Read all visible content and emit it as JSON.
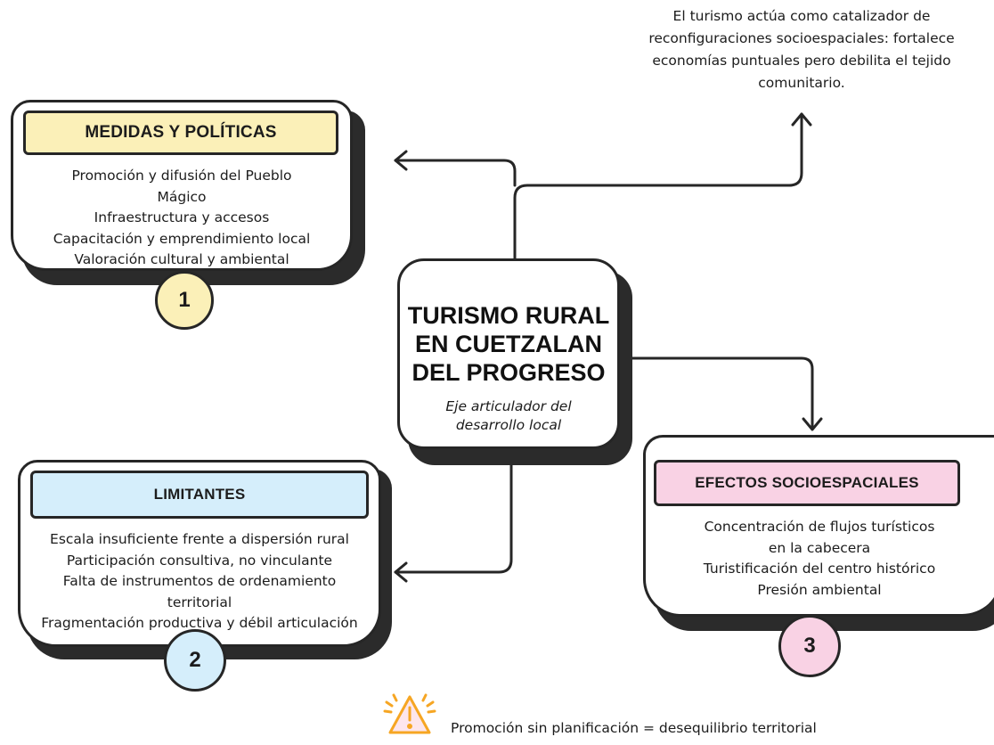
{
  "center": {
    "title_lines": [
      "TURISMO RURAL",
      "EN CUETZALAN",
      "DEL PROGRESO"
    ],
    "subtitle_lines": [
      "Eje articulador del",
      "desarrollo local"
    ]
  },
  "top_note": {
    "lines": [
      "El turismo actúa como catalizador de",
      "reconfiguraciones socioespaciales: fortalece",
      "economías puntuales pero debilita el tejido",
      "comunitario."
    ]
  },
  "cards": {
    "medidas": {
      "title": "MEDIDAS Y POLÍTICAS",
      "title_color": "#fbf0b8",
      "badge": "1",
      "badge_color": "#fbf0b8",
      "lines": [
        "Promoción y difusión del Pueblo",
        "Mágico",
        "Infraestructura y accesos",
        "Capacitación y emprendimiento local",
        "Valoración cultural y ambiental"
      ]
    },
    "limitantes": {
      "title": "LIMITANTES",
      "title_color": "#d5eefb",
      "badge": "2",
      "badge_color": "#d5eefb",
      "lines": [
        "Escala insuficiente frente a dispersión rural",
        "Participación consultiva, no vinculante",
        "Falta de instrumentos de ordenamiento",
        "territorial",
        "Fragmentación productiva y débil articulación"
      ]
    },
    "efectos": {
      "title": "EFECTOS SOCIOESPACIALES",
      "title_color": "#f9d2e4",
      "badge": "3",
      "badge_color": "#f9d2e4",
      "lines": [
        "Concentración de flujos turísticos",
        "en la cabecera",
        "Turistificación del centro histórico",
        "Presión ambiental"
      ]
    }
  },
  "footer": {
    "icon": "warning-icon",
    "icon_color": "#f6a623",
    "text": "Promoción sin planificación = desequilibrio territorial"
  }
}
